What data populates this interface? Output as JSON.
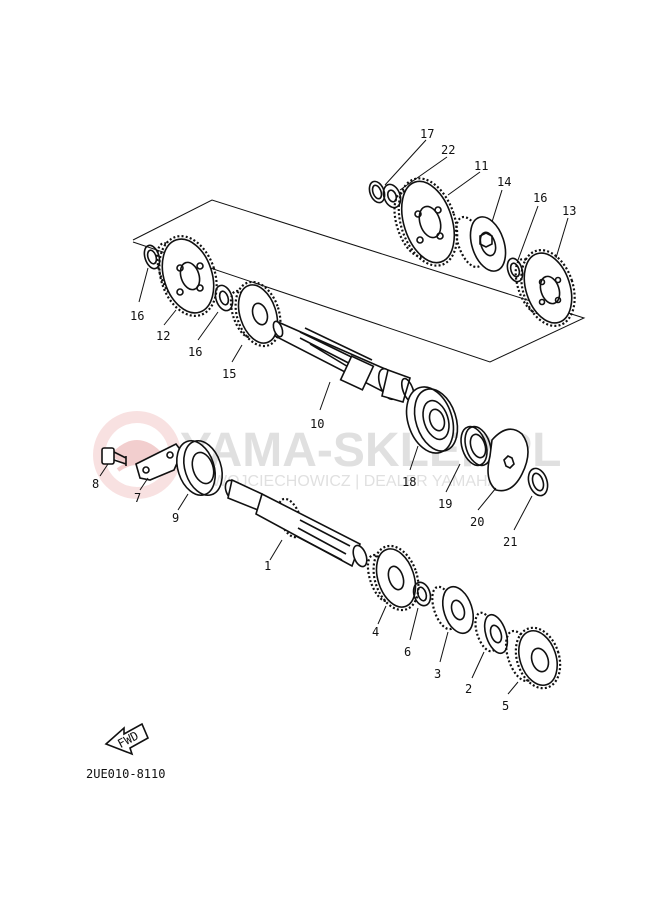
{
  "watermark": {
    "brand": "YAMA-SKLEP.PL",
    "subtitle": "WOJCIECHOWICZ | DEALER YAMAHA",
    "color": "#e28e8e"
  },
  "arrow_label": "FWD",
  "diagram_code": "2UE010-8110",
  "callouts": [
    {
      "id": "17",
      "text": "17"
    },
    {
      "id": "22",
      "text": "22"
    },
    {
      "id": "11",
      "text": "11"
    },
    {
      "id": "14",
      "text": "14"
    },
    {
      "id": "16a",
      "text": "16"
    },
    {
      "id": "13",
      "text": "13"
    },
    {
      "id": "16b",
      "text": "16"
    },
    {
      "id": "12",
      "text": "12"
    },
    {
      "id": "16c",
      "text": "16"
    },
    {
      "id": "15",
      "text": "15"
    },
    {
      "id": "10",
      "text": "10"
    },
    {
      "id": "8",
      "text": "8"
    },
    {
      "id": "7",
      "text": "7"
    },
    {
      "id": "9",
      "text": "9"
    },
    {
      "id": "18",
      "text": "18"
    },
    {
      "id": "19",
      "text": "19"
    },
    {
      "id": "20",
      "text": "20"
    },
    {
      "id": "21",
      "text": "21"
    },
    {
      "id": "1",
      "text": "1"
    },
    {
      "id": "4",
      "text": "4"
    },
    {
      "id": "6",
      "text": "6"
    },
    {
      "id": "3",
      "text": "3"
    },
    {
      "id": "2",
      "text": "2"
    },
    {
      "id": "5",
      "text": "5"
    }
  ]
}
